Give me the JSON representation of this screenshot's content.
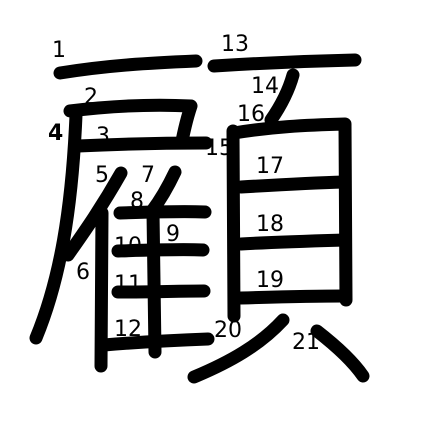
{
  "character": "顧",
  "stroke_color": "#000000",
  "background_color": "#ffffff",
  "stroke_numbers": [
    "1",
    "2",
    "3",
    "4",
    "5",
    "6",
    "7",
    "8",
    "9",
    "10",
    "11",
    "12",
    "13",
    "14",
    "15",
    "16",
    "17",
    "18",
    "19",
    "20",
    "21"
  ]
}
